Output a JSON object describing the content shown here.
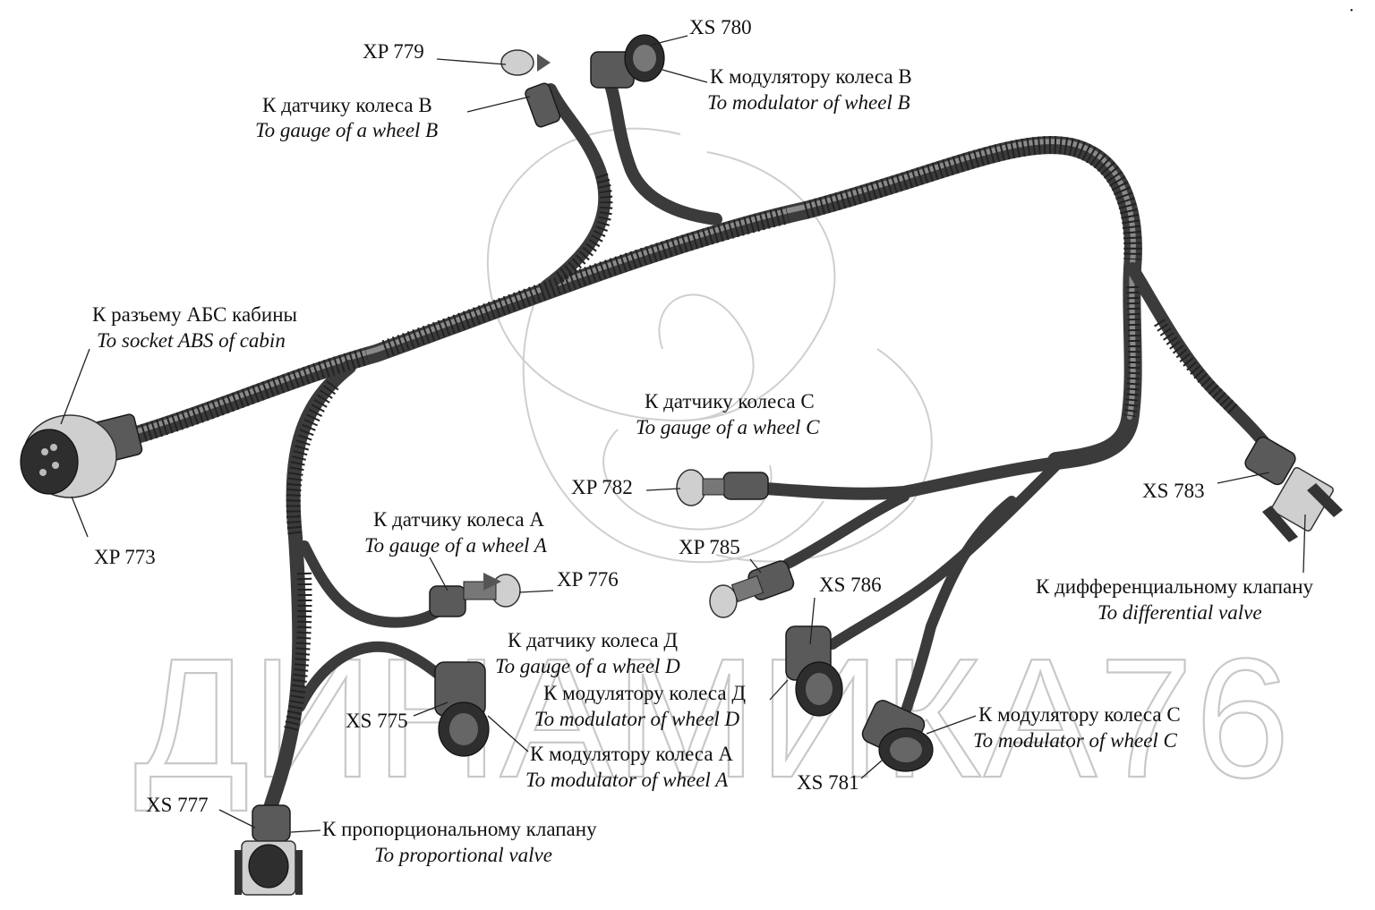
{
  "watermark": {
    "text": "ДИНАМИКА76",
    "corner_mark": "•"
  },
  "labels": {
    "cabin_socket": {
      "ru": "К разъему АБС кабины",
      "en": "To socket ABS of  cabin",
      "code": "XP 773"
    },
    "gauge_b": {
      "ru": "К датчику колеса В",
      "en": "To gauge of a wheel B",
      "code": "XP 779"
    },
    "modulator_b": {
      "ru": "К модулятору колеса В",
      "en": "To  modulator of wheel B",
      "code": "XS 780"
    },
    "gauge_c": {
      "ru": "К датчику колеса С",
      "en": "To gauge of a wheel C",
      "code": "XP 782"
    },
    "differential": {
      "ru": "К дифференциальному клапану",
      "en": "To  differential valve",
      "code": "XS 783"
    },
    "gauge_a": {
      "ru": "К датчику колеса А",
      "en": "To gauge of a wheel A",
      "code": "XP 776"
    },
    "gauge_d": {
      "ru": "К датчику колеса Д",
      "en": "To  gauge of a wheel D",
      "code": "XP 785"
    },
    "modulator_d": {
      "ru": "К модулятору колеса Д",
      "en": "To  modulator of wheel D",
      "code": "XS 786"
    },
    "modulator_c": {
      "ru": "К модулятору колеса С",
      "en": "To  modulator of wheel C",
      "code": "XS 781"
    },
    "modulator_a": {
      "ru": "К модулятору колеса А",
      "en": "To  modulator of wheel A",
      "code": "XS 775"
    },
    "proportional": {
      "ru": "К пропорциональному клапану",
      "en": "To  proportional valve",
      "code": "XS 777"
    }
  }
}
